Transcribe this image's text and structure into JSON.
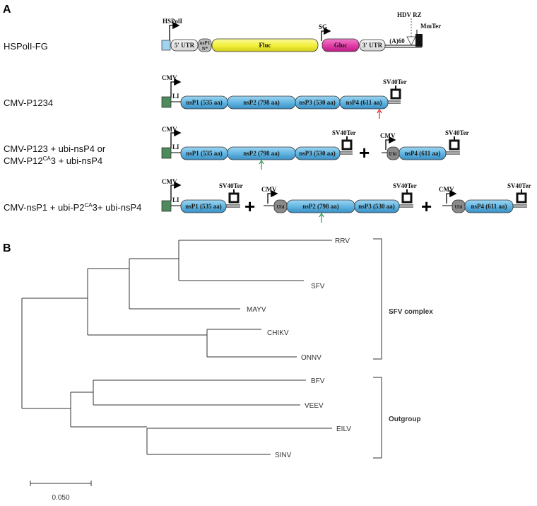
{
  "panel_a": {
    "letter": "A",
    "rows": [
      {
        "label": "HSPolI-FG",
        "promoter": "HSPolI",
        "utr5": "5' UTR",
        "nsp1n": [
          "nsP1",
          "N*"
        ],
        "fluc": "Fluc",
        "sg": "SG",
        "gluc": "Gluc",
        "utr3": "3' UTR",
        "polya": "(A)60",
        "hdv": "HDV RZ",
        "mmter": "MmTer"
      },
      {
        "label": "CMV-P1234",
        "promoter": "CMV",
        "li": "LI",
        "segs": [
          "nsP1 (535 aa)",
          "nsP2 (798 aa)",
          "nsP3 (530 aa)",
          "nsP4 (611 aa)"
        ],
        "term": "SV40Ter"
      },
      {
        "label_line1": "CMV-P123 + ubi-nsP4 or",
        "label_line2_pre": "CMV-P12",
        "label_line2_sup": "CA",
        "label_line2_post": "3 + ubi-nsP4",
        "promoter": "CMV",
        "li": "LI",
        "segs": [
          "nsP1 (535 aa)",
          "nsP2 (798 aa)",
          "nsP3 (530 aa)"
        ],
        "term": "SV40Ter",
        "plus": "+",
        "promoter2": "CMV",
        "ubi": "Ubi",
        "seg2": "nsP4 (611 aa)",
        "term2": "SV40Ter"
      },
      {
        "label_pre": "CMV-nsP1 + ubi-P2",
        "label_sup": "CA",
        "label_post": "3+ ubi-nsP4",
        "promoter": "CMV",
        "li": "LI",
        "seg1": "nsP1 (535 aa)",
        "term": "SV40Ter",
        "plus1": "+",
        "promoter2": "CMV",
        "ubi2": "Ubi",
        "segs2": [
          "nsP2 (798 aa)",
          "nsP3 (530 aa)"
        ],
        "term2": "SV40Ter",
        "plus2": "+",
        "promoter3": "CMV",
        "ubi3": "Ubi",
        "seg3": "nsP4 (611 aa)",
        "term3": "SV40Ter"
      }
    ]
  },
  "panel_b": {
    "letter": "B",
    "taxa": [
      "RRV",
      "SFV",
      "MAYV",
      "CHIKV",
      "ONNV",
      "BFV",
      "VEEV",
      "EILV",
      "SINV"
    ],
    "groups": [
      "SFV complex",
      "Outgroup"
    ],
    "scale_label": "0.050"
  },
  "colors": {
    "hspol_box": "#9fd3f0",
    "cmv_box": "#4e8a5c",
    "nsp_blue": "#5fb3e0",
    "fluc_yellow": "#f4f24a",
    "gluc_magenta": "#e23aa6",
    "utr_gray": "#e6e6e6",
    "ubi_gray": "#8a8a8a",
    "red_arrow": "#e02020",
    "green_arrow": "#1e9a4a"
  }
}
